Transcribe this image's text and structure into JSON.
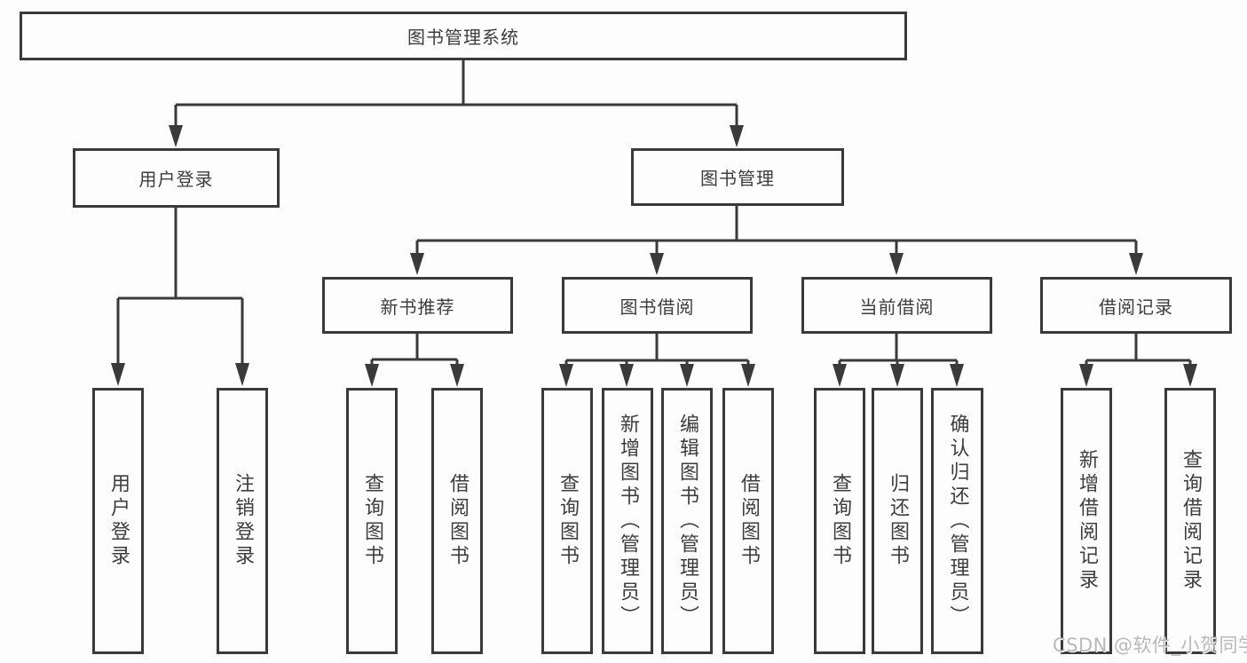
{
  "tree": {
    "label": "图书管理系统",
    "children": [
      {
        "label": "用户登录",
        "children": [
          {
            "label": "用户登录"
          },
          {
            "label": "注销登录"
          }
        ]
      },
      {
        "label": "图书管理",
        "children": [
          {
            "label": "新书推荐",
            "children": [
              {
                "label": "查询图书"
              },
              {
                "label": "借阅图书"
              }
            ]
          },
          {
            "label": "图书借阅",
            "children": [
              {
                "label": "查询图书"
              },
              {
                "label": "新增图书（管理员）"
              },
              {
                "label": "编辑图书（管理员）"
              },
              {
                "label": "借阅图书"
              }
            ]
          },
          {
            "label": "当前借阅",
            "children": [
              {
                "label": "查询图书"
              },
              {
                "label": "归还图书"
              },
              {
                "label": "确认归还（管理员）"
              }
            ]
          },
          {
            "label": "借阅记录",
            "children": [
              {
                "label": "新增借阅记录"
              },
              {
                "label": "查询借阅记录"
              }
            ]
          }
        ]
      }
    ]
  },
  "watermark": {
    "text": "CSDN @软件_小贺同学"
  },
  "colors": {
    "line": "#3a3a3a",
    "text": "#3d3d3d",
    "watermark": "#b8b8b8",
    "bg": "#fdfdfd"
  }
}
